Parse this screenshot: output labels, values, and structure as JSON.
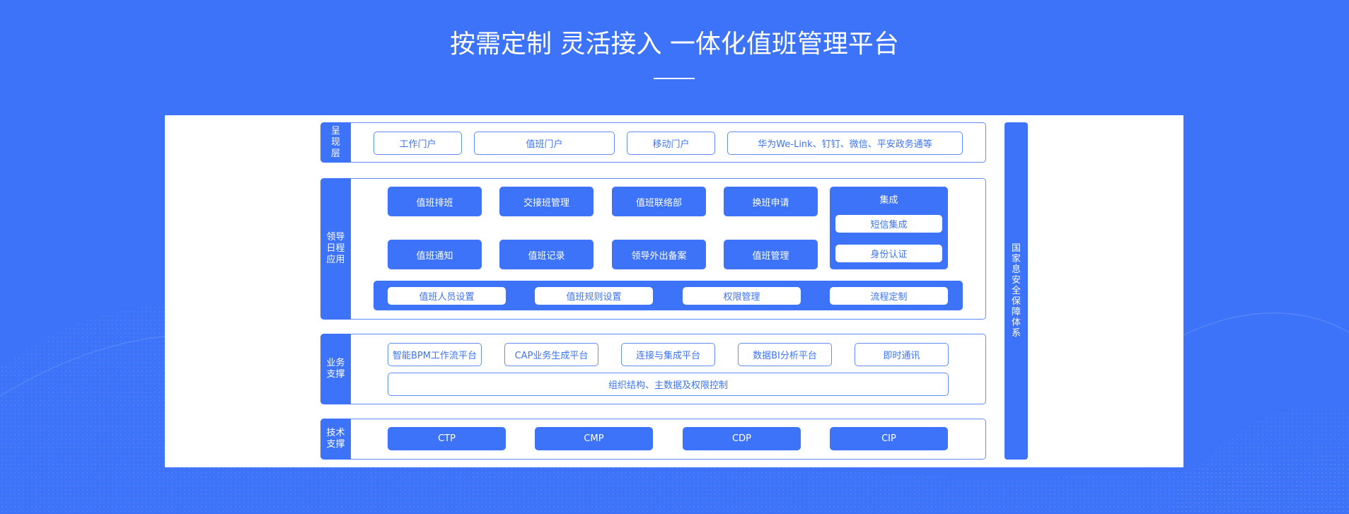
{
  "title": "按需定制 灵活接入 一体化值班管理平台",
  "colors": {
    "primary": "#3d73f8",
    "border": "#5f8ff6",
    "panel": "#ffffff"
  },
  "layers": {
    "presentation": {
      "label": "呈现层",
      "items": [
        "工作门户",
        "值班门户",
        "移动门户",
        "华为We-Link、钉钉、微信、平安政务通等"
      ]
    },
    "application": {
      "label": "领导日程应用",
      "row1": [
        "值班排班",
        "交接班管理",
        "值班联络部",
        "换班申请"
      ],
      "row2": [
        "值班通知",
        "值班记录",
        "领导外出备案",
        "值班管理"
      ],
      "integration": {
        "title": "集成",
        "items": [
          "短信集成",
          "身份认证"
        ]
      },
      "settings": [
        "值班人员设置",
        "值班规则设置",
        "权限管理",
        "流程定制"
      ]
    },
    "business": {
      "label": "业务支撑",
      "platforms": [
        "智能BPM工作流平台",
        "CAP业务生成平台",
        "连接与集成平台",
        "数据BI分析平台",
        "即时通讯"
      ],
      "foundation": "组织结构、主数据及权限控制"
    },
    "technical": {
      "label": "技术支撑",
      "items": [
        "CTP",
        "CMP",
        "CDP",
        "CIP"
      ]
    }
  },
  "security": "国家息安全保障体系"
}
